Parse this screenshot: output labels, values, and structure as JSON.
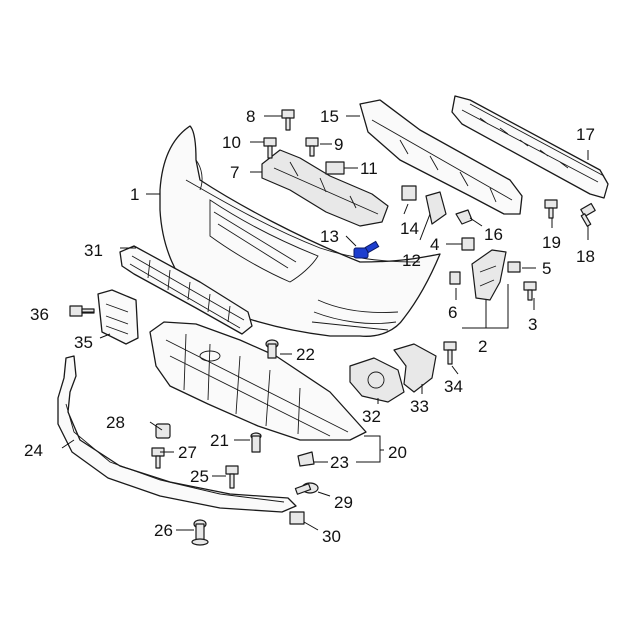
{
  "diagram": {
    "highlight_color": "#1d3ecf",
    "labels": [
      "1",
      "2",
      "3",
      "4",
      "5",
      "6",
      "7",
      "8",
      "9",
      "10",
      "11",
      "12",
      "13",
      "14",
      "15",
      "16",
      "17",
      "18",
      "19",
      "20",
      "21",
      "22",
      "23",
      "24",
      "25",
      "26",
      "27",
      "28",
      "29",
      "30",
      "31",
      "32",
      "33",
      "34",
      "35",
      "36"
    ]
  }
}
